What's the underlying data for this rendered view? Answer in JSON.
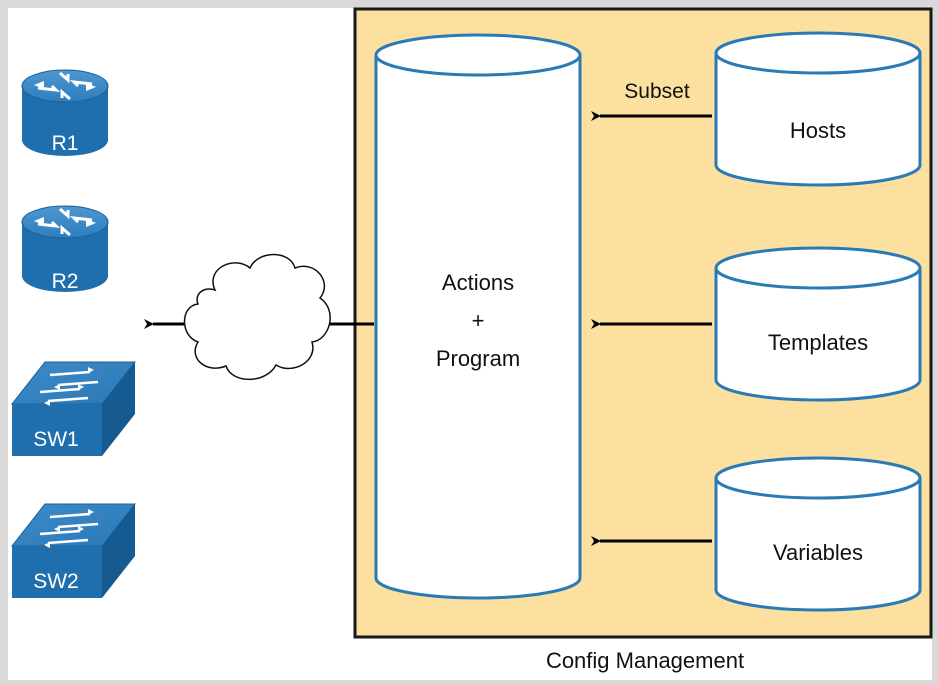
{
  "devices": {
    "r1": {
      "label": "R1",
      "kind": "router-icon"
    },
    "r2": {
      "label": "R2",
      "kind": "router-icon"
    },
    "sw1": {
      "label": "SW1",
      "kind": "switch-icon"
    },
    "sw2": {
      "label": "SW2",
      "kind": "switch-icon"
    }
  },
  "program": {
    "line1": "Actions",
    "line2": "+",
    "line3": "Program"
  },
  "stores": {
    "hosts": "Hosts",
    "templates": "Templates",
    "variables": "Variables"
  },
  "arrow_label": "Subset",
  "panel_label": "Config Management",
  "colors": {
    "panel_fill": "#fbe0a0",
    "panel_border": "#1a1a1a",
    "cylinder_stroke": "#2a7ab5",
    "device_blue": "#1f6fae",
    "arrow": "#000000"
  }
}
